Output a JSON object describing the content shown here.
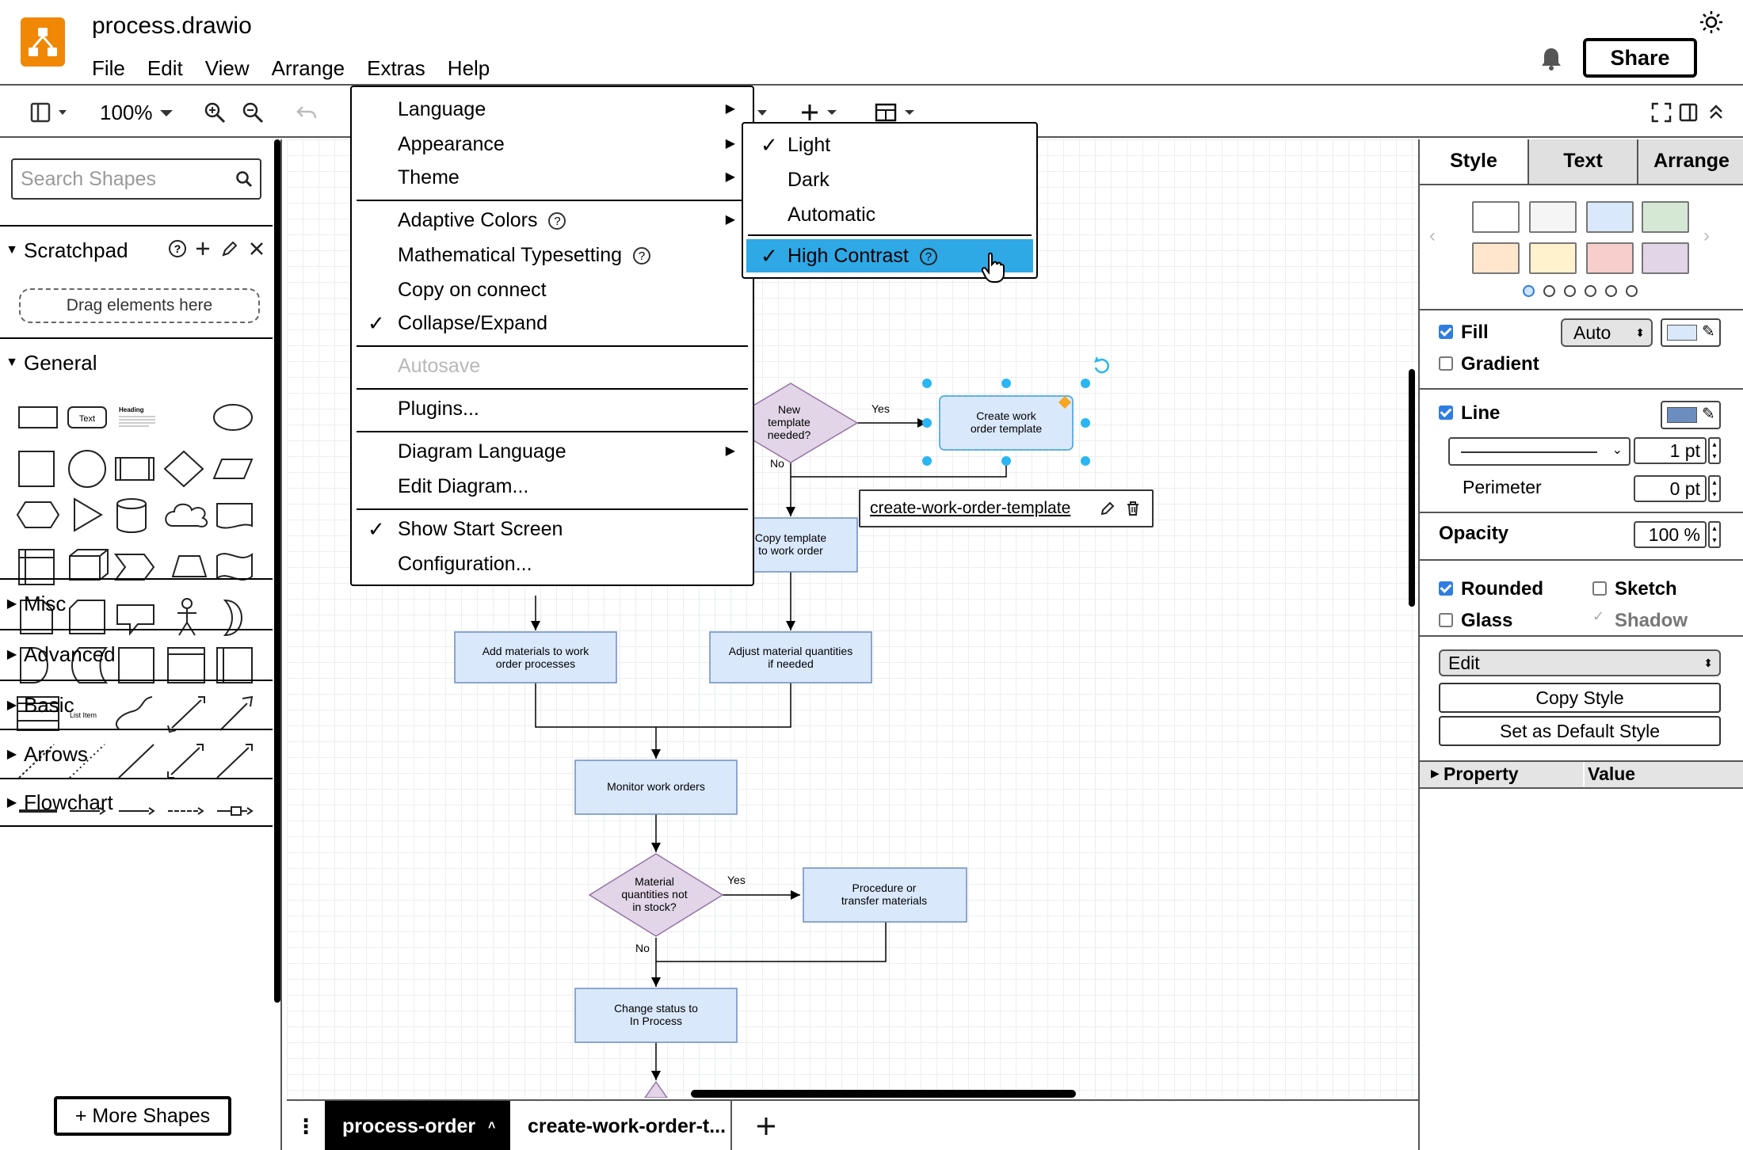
{
  "app": {
    "title": "process.drawio",
    "menus": [
      "File",
      "Edit",
      "View",
      "Arrange",
      "Extras",
      "Help"
    ],
    "share_label": "Share",
    "brand_color": "#f08705"
  },
  "toolbar": {
    "zoom": "100%"
  },
  "sidebar": {
    "search_placeholder": "Search Shapes",
    "scratchpad_title": "Scratchpad",
    "drag_hint": "Drag elements here",
    "general_title": "General",
    "text_shape": "Text",
    "heading_shape": "Heading",
    "list_item_shape": "List Item",
    "sections": [
      "Misc",
      "Advanced",
      "Basic",
      "Arrows",
      "Flowchart"
    ],
    "more_shapes_label": "+ More Shapes"
  },
  "extras_menu": {
    "items": [
      {
        "label": "Language",
        "submenu": true
      },
      {
        "label": "Appearance",
        "submenu": true
      },
      {
        "label": "Theme",
        "submenu": true
      },
      {
        "label": "Adaptive Colors",
        "submenu": true,
        "help": true
      },
      {
        "label": "Mathematical Typesetting",
        "help": true
      },
      {
        "label": "Copy on connect"
      },
      {
        "label": "Collapse/Expand",
        "checked": true
      },
      {
        "label": "Autosave",
        "disabled": true
      },
      {
        "label": "Plugins..."
      },
      {
        "label": "Diagram Language",
        "submenu": true
      },
      {
        "label": "Edit Diagram..."
      },
      {
        "label": "Show Start Screen",
        "checked": true
      },
      {
        "label": "Configuration..."
      }
    ]
  },
  "theme_submenu": {
    "items": [
      {
        "label": "Light",
        "checked": true
      },
      {
        "label": "Dark"
      },
      {
        "label": "Automatic"
      },
      {
        "label": "High Contrast",
        "checked": true,
        "highlighted": true,
        "help": true
      }
    ],
    "highlight_color": "#2fa8e6"
  },
  "diagram": {
    "link_label": "create-work-order-template",
    "nodes": {
      "new_template": "New template needed?",
      "create_template": "Create work order template",
      "copy_template": "Copy template to work order",
      "add_materials": "Add materials to work order processes",
      "adjust_quantities": "Adjust material quantities if needed",
      "monitor": "Monitor work orders",
      "materials_in_stock": "Material quantities not in stock?",
      "procedure": "Procedure or transfer materials",
      "change_status": "Change status to In Process"
    },
    "edge_labels": {
      "yes1": "Yes",
      "no1": "No",
      "yes2": "Yes",
      "no2": "No"
    },
    "process_fill": "#dae8fc",
    "process_stroke": "#6c8ebf",
    "decision_fill": "#e1d5e7",
    "decision_stroke": "#9673a6",
    "selection_color": "#29b6f2"
  },
  "format_panel": {
    "tabs": [
      "Style",
      "Text",
      "Arrange"
    ],
    "swatches": [
      "#ffffff",
      "#f5f5f5",
      "#dae8fc",
      "#d5e8d4",
      "#ffe6cc",
      "#fff2cc",
      "#f8cecc",
      "#e1d5e7"
    ],
    "fill_label": "Fill",
    "fill_mode": "Auto",
    "fill_color": "#dae8fc",
    "gradient_label": "Gradient",
    "line_label": "Line",
    "line_color": "#6c8ebf",
    "line_width": "1 pt",
    "perimeter_label": "Perimeter",
    "perimeter_value": "0 pt",
    "opacity_label": "Opacity",
    "opacity_value": "100 %",
    "rounded_label": "Rounded",
    "sketch_label": "Sketch",
    "glass_label": "Glass",
    "shadow_label": "Shadow",
    "edit_select": "Edit",
    "copy_style": "Copy Style",
    "default_style": "Set as Default Style",
    "property_col": "Property",
    "value_col": "Value"
  },
  "pages": {
    "active": "process-order",
    "second": "create-work-order-t..."
  }
}
